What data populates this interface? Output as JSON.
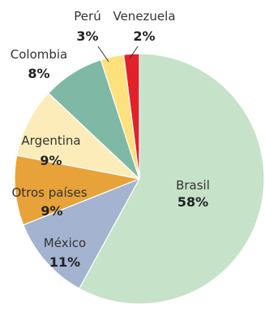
{
  "chart_data": {
    "type": "pie",
    "start_angle_deg": 0,
    "direction": "clockwise",
    "slices": [
      {
        "label": "Brasil",
        "percent_label": "58%",
        "value": 58,
        "color": "#c6e2c8"
      },
      {
        "label": "México",
        "percent_label": "11%",
        "value": 11,
        "color": "#a4b3cf"
      },
      {
        "label": "Otros países",
        "percent_label": "9%",
        "value": 9,
        "color": "#e7a23a"
      },
      {
        "label": "Argentina",
        "percent_label": "9%",
        "value": 9,
        "color": "#fcecb9"
      },
      {
        "label": "Colombia",
        "percent_label": "8%",
        "value": 8,
        "color": "#7fb9a6"
      },
      {
        "label": "Perú",
        "percent_label": "3%",
        "value": 3,
        "color": "#fde17c"
      },
      {
        "label": "Venezuela",
        "percent_label": "2%",
        "value": 2,
        "color": "#e3212a"
      }
    ]
  }
}
